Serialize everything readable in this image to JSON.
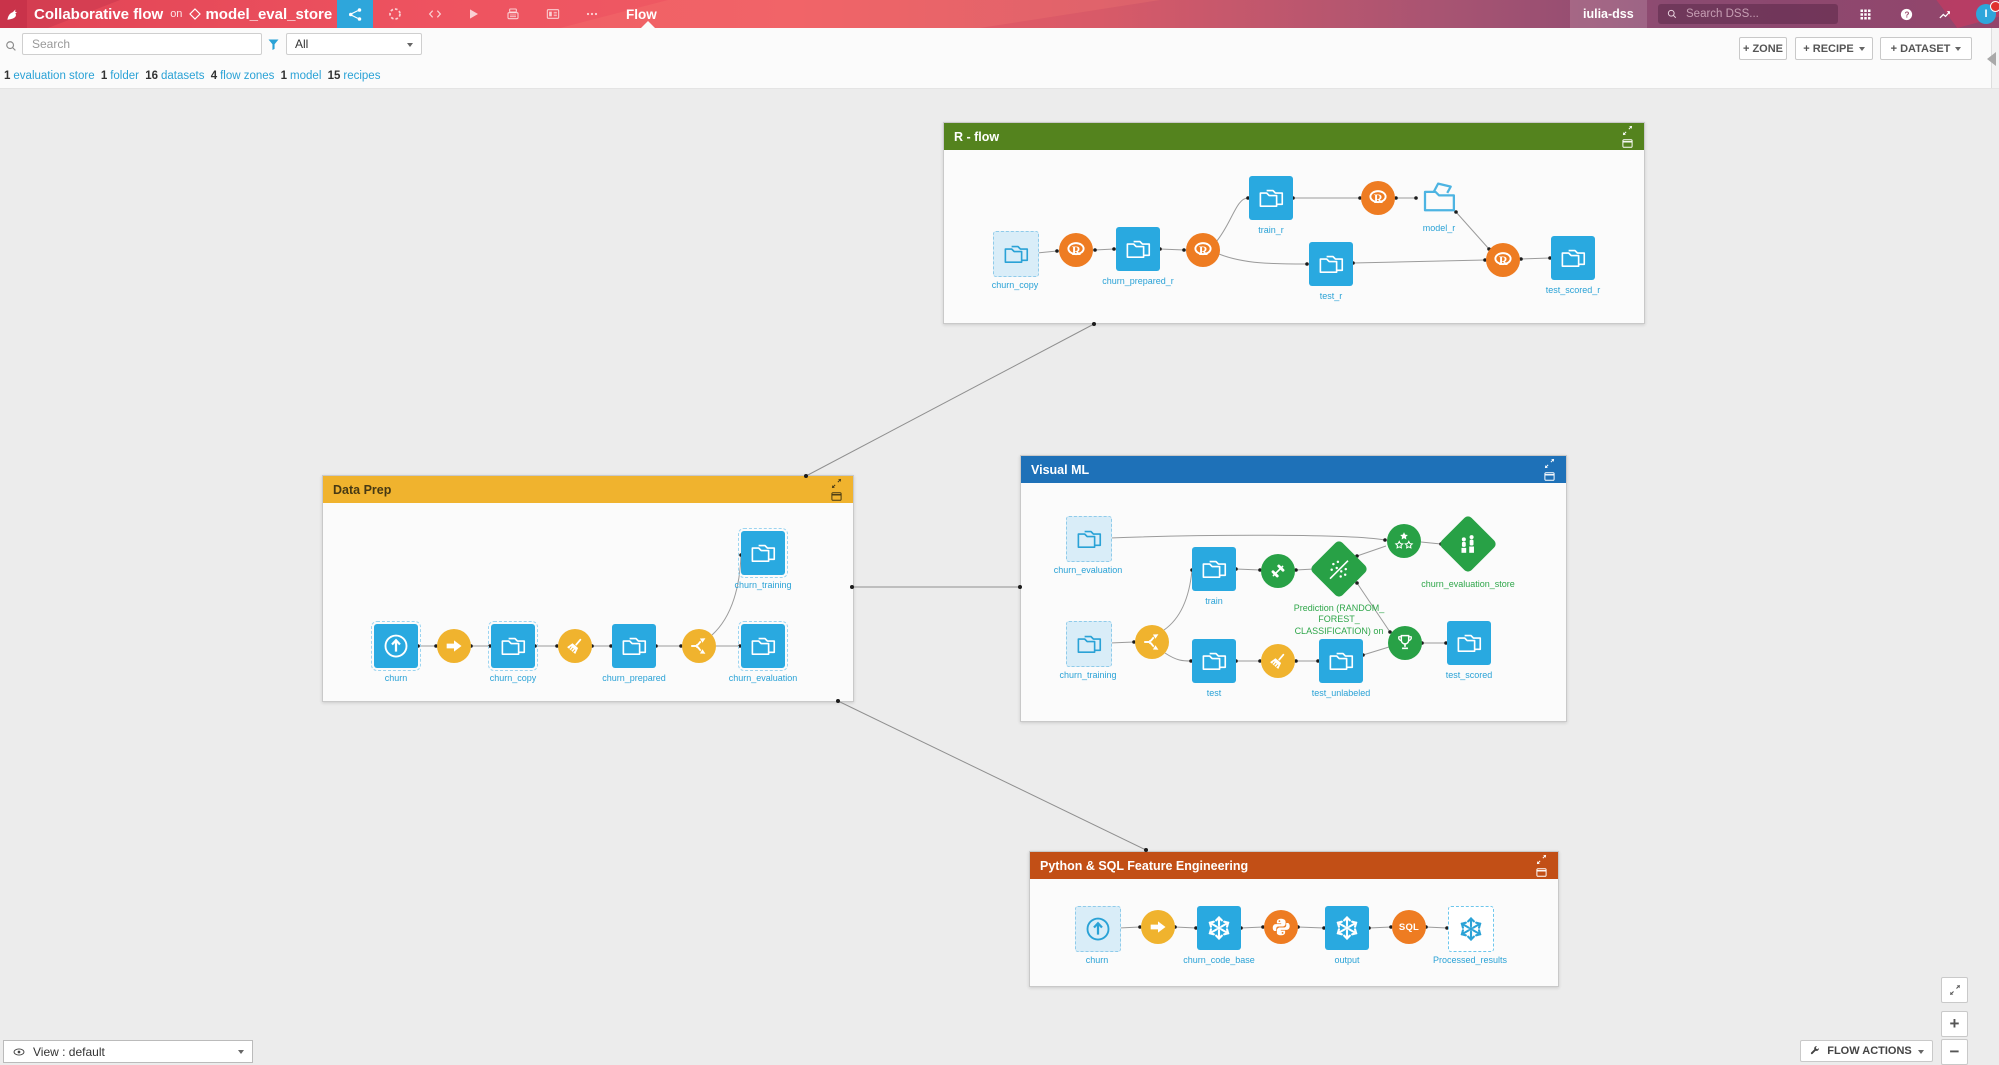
{
  "topbar": {
    "project_title": "Collaborative flow",
    "on_word": "on",
    "project_name": "model_eval_store",
    "flow_label": "Flow",
    "user": "iulia-dss",
    "search_placeholder": "Search DSS...",
    "avatar_letter": "I"
  },
  "toolbar": {
    "search_placeholder": "Search",
    "filter_value": "All",
    "zone_btn": "+ ZONE",
    "recipe_btn": "+ RECIPE",
    "dataset_btn": "+ DATASET"
  },
  "stats": [
    {
      "count": "1",
      "label": "evaluation store"
    },
    {
      "count": "1",
      "label": "folder"
    },
    {
      "count": "16",
      "label": "datasets"
    },
    {
      "count": "4",
      "label": "flow zones"
    },
    {
      "count": "1",
      "label": "model"
    },
    {
      "count": "15",
      "label": "recipes"
    }
  ],
  "zones": {
    "r_flow": {
      "title": "R - flow",
      "nodes": {
        "churn_copy": "churn_copy",
        "churn_prepared_r": "churn_prepared_r",
        "train_r": "train_r",
        "test_r": "test_r",
        "model_r": "model_r",
        "test_scored_r": "test_scored_r"
      }
    },
    "data_prep": {
      "title": "Data Prep",
      "nodes": {
        "churn": "churn",
        "churn_copy": "churn_copy",
        "churn_prepared": "churn_prepared",
        "churn_training": "churn_training",
        "churn_evaluation": "churn_evaluation"
      }
    },
    "visual_ml": {
      "title": "Visual ML",
      "nodes": {
        "churn_evaluation": "churn_evaluation",
        "train": "train",
        "model": "Prediction (RANDOM_ FOREST_ CLASSIFICATION) on",
        "churn_evaluation_store": "churn_evaluation_store",
        "churn_training": "churn_training",
        "test": "test",
        "test_unlabeled": "test_unlabeled",
        "test_scored": "test_scored"
      }
    },
    "python_sql": {
      "title": "Python & SQL Feature Engineering",
      "nodes": {
        "churn": "churn",
        "churn_code_base": "churn_code_base",
        "output": "output",
        "processed_results": "Processed_results",
        "sql": "SQL"
      }
    }
  },
  "bottombar": {
    "view": "View : default",
    "flow_actions": "FLOW ACTIONS",
    "zoom_in": "+",
    "zoom_out": "−"
  },
  "colors": {
    "accent_blue": "#2ea6db",
    "zone_green": "#54831e",
    "zone_yellow": "#f0b32e",
    "zone_blue": "#1e71b8",
    "zone_orange": "#c24f16",
    "dataset_blue": "#29a9e0",
    "recipe_yellow": "#f0b32e",
    "recipe_orange": "#ee7c22",
    "ml_green": "#28a146"
  }
}
